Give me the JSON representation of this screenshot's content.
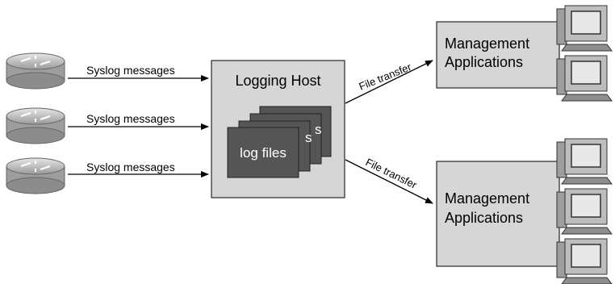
{
  "routers": [
    {
      "arrow_label": "Syslog messages"
    },
    {
      "arrow_label": "Syslog messages"
    },
    {
      "arrow_label": "Syslog messages"
    }
  ],
  "logging_host": {
    "title": "Logging Host",
    "stack_label": "log files",
    "stack_partial_1": "s",
    "stack_partial_2": "s"
  },
  "transfers": [
    {
      "label": "File transfer"
    },
    {
      "label": "File transfer"
    }
  ],
  "management": [
    {
      "line1": "Management",
      "line2": "Applications",
      "workstations": 2
    },
    {
      "line1": "Management",
      "line2": "Applications",
      "workstations": 3
    }
  ],
  "colors": {
    "box_fill": "#d6d6d6",
    "log_file_fill": "#555555",
    "router_fill": "#c4c4c4",
    "monitor_fill": "#bdbdbd"
  }
}
